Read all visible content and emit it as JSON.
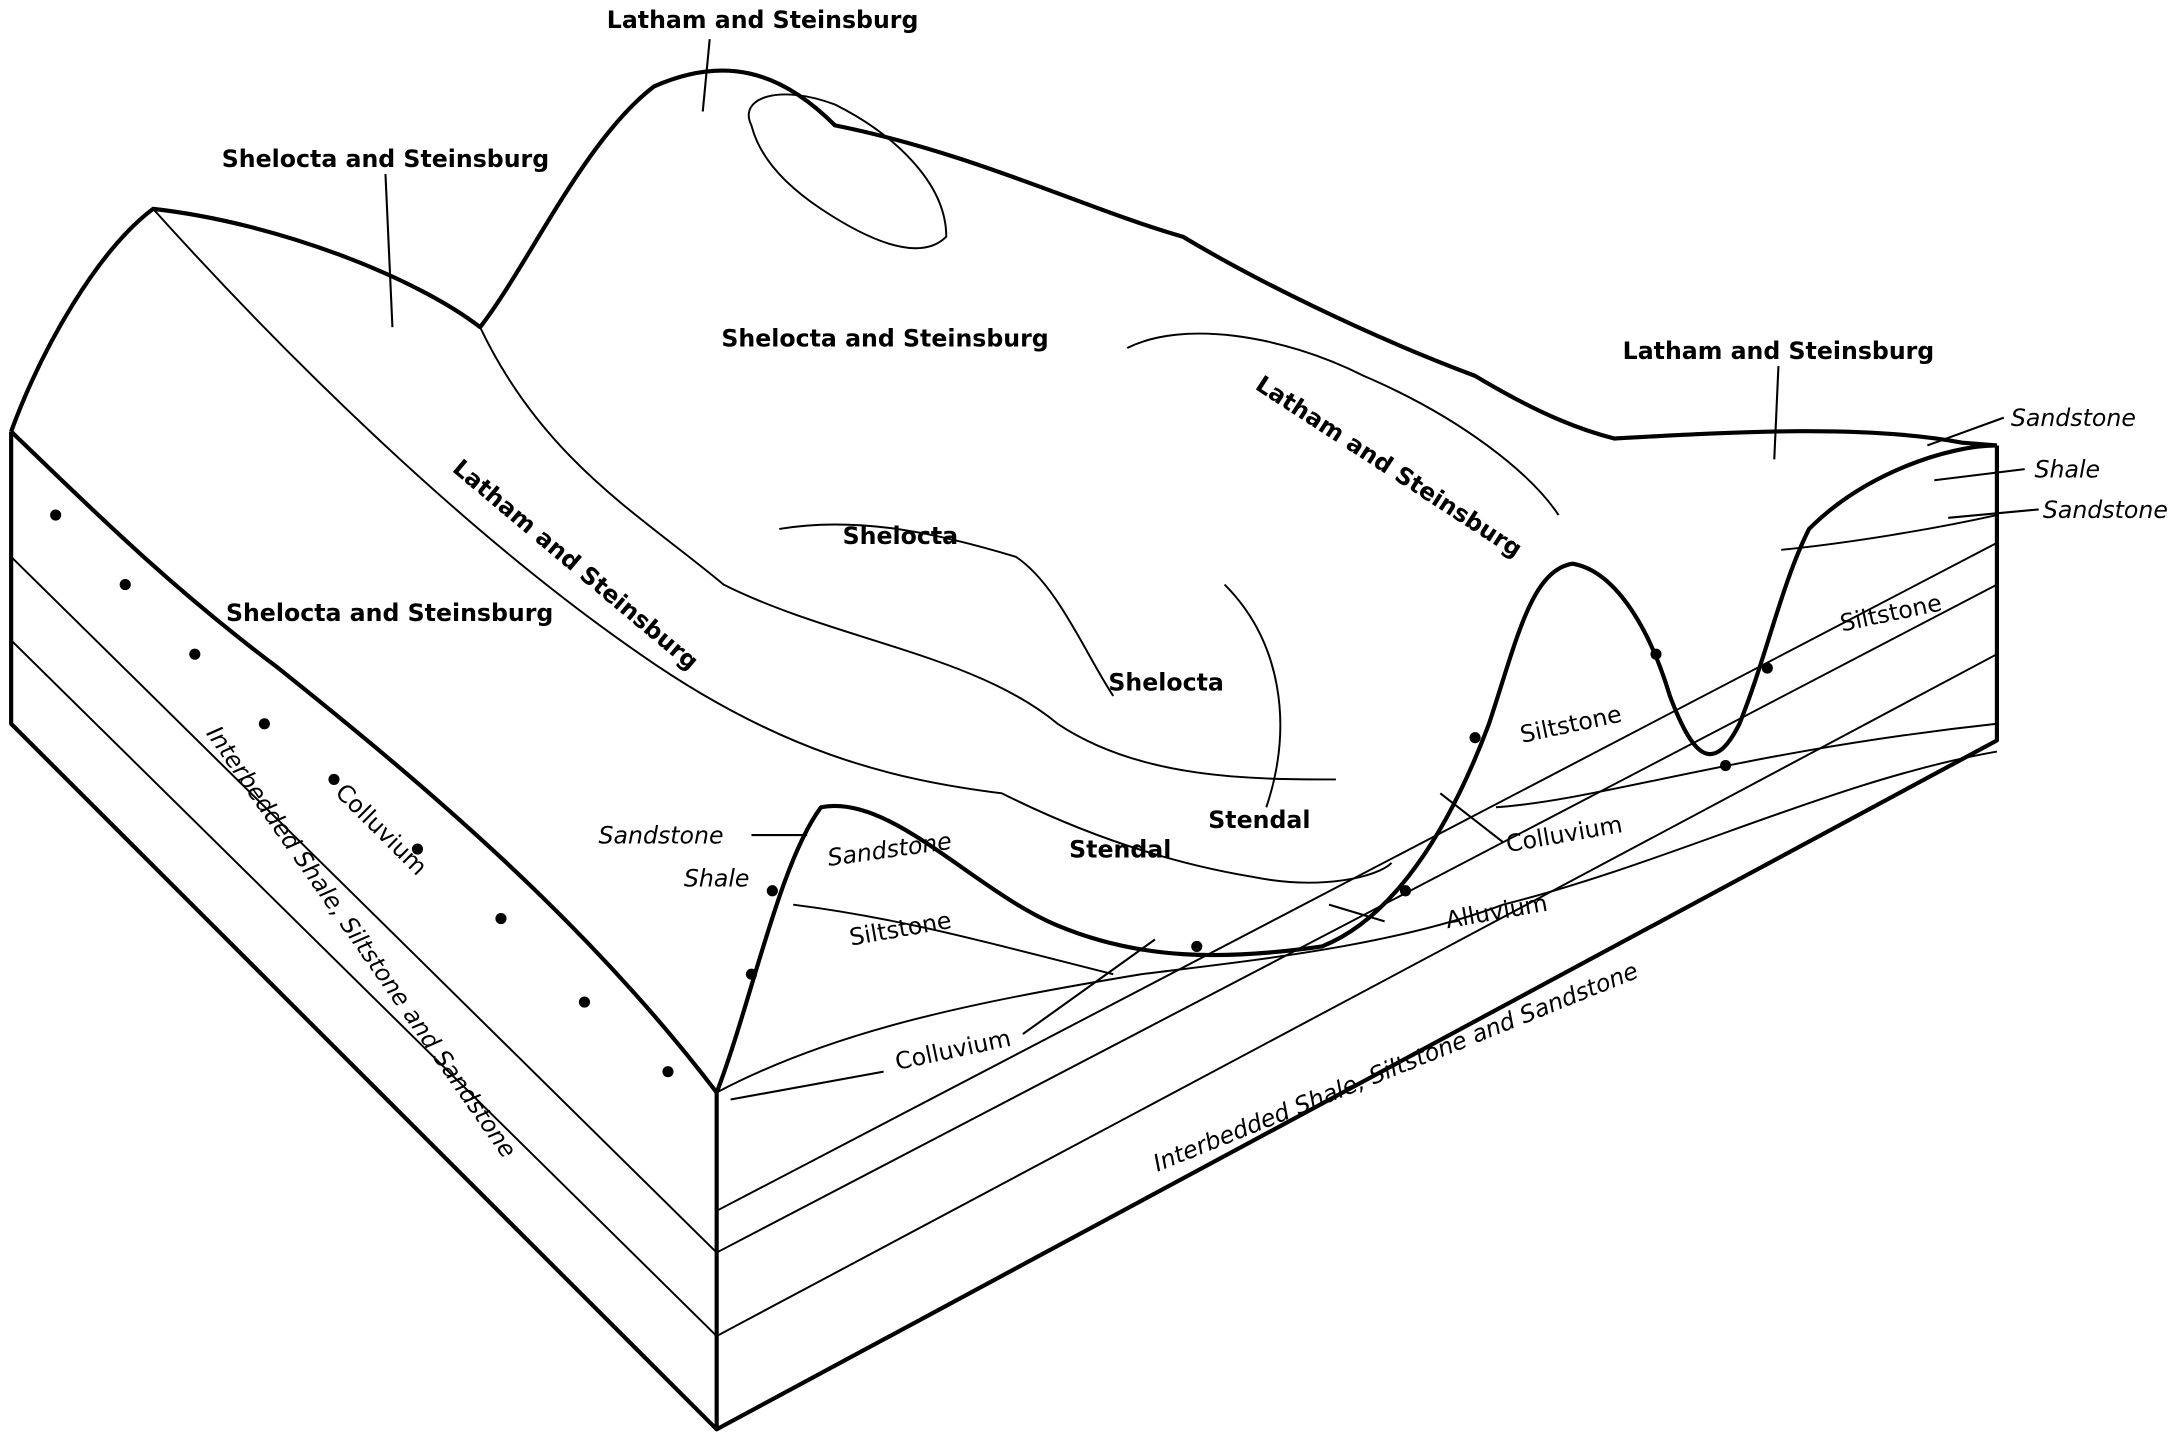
{
  "title": "Block diagram of soils and underlying bedrock",
  "colors": {
    "ink": "#000000",
    "paper": "#ffffff"
  },
  "labels": {
    "latham_top": "Latham and Steinsburg",
    "shelocta_steinsburg_upper_left": "Shelocta and Steinsburg",
    "shelocta_steinsburg_center": "Shelocta and Steinsburg",
    "latham_right": "Latham and Steinsburg",
    "latham_ridge_right": "Latham and Steinsburg",
    "latham_ridge_left": "Latham and Steinsburg",
    "shelocta_steinsburg_left": "Shelocta and Steinsburg",
    "shelocta_1": "Shelocta",
    "shelocta_2": "Shelocta",
    "stendal_1": "Stendal",
    "stendal_2": "Stendal",
    "alluvium": "Alluvium",
    "colluvium_left": "Colluvium",
    "colluvium_front": "Colluvium",
    "colluvium_right": "Colluvium",
    "sandstone_right_top": "Sandstone",
    "shale_right": "Shale",
    "sandstone_right_bottom": "Sandstone",
    "siltstone_right_1": "Siltstone",
    "siltstone_right_2": "Siltstone",
    "siltstone_front": "Siltstone",
    "sandstone_front_outer": "Sandstone",
    "sandstone_front_inner": "Sandstone",
    "shale_front": "Shale",
    "bedrock_left": "Interbedded Shale, Siltstone and Sandstone",
    "bedrock_front": "Interbedded Shale, Siltstone and Sandstone"
  }
}
